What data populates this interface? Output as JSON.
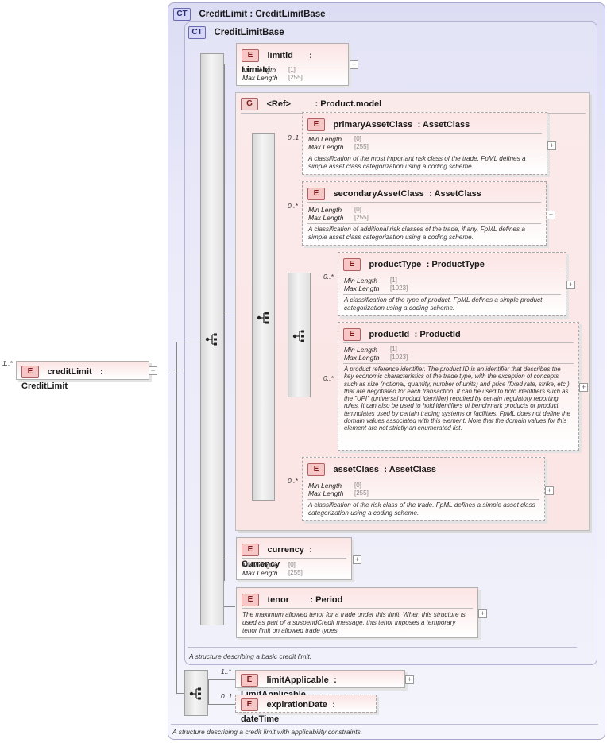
{
  "outer_type": {
    "badge": "CT",
    "title": "CreditLimit : CreditLimitBase",
    "doc": "A structure describing a credit limit with applicability constraints."
  },
  "inner_type": {
    "badge": "CT",
    "title": "CreditLimitBase",
    "doc": "A structure describing a basic credit limit."
  },
  "root": {
    "badge": "E",
    "name": "creditLimit",
    "type": ": CreditLimit",
    "card": "1..*"
  },
  "facet_labels": {
    "min": "Min Length",
    "max": "Max Length"
  },
  "limitId": {
    "badge": "E",
    "name": "limitId",
    "type": ": LimitId",
    "min": "[1]",
    "max": "[255]"
  },
  "group": {
    "badge": "G",
    "name": "<Ref>",
    "type": ": Product.model"
  },
  "primaryAssetClass": {
    "badge": "E",
    "name": "primaryAssetClass",
    "type": ": AssetClass",
    "card": "0..1",
    "min": "[0]",
    "max": "[255]",
    "doc": "A classification of the most important risk class of the trade. FpML defines a simple asset class categorization using a coding scheme."
  },
  "secondaryAssetClass": {
    "badge": "E",
    "name": "secondaryAssetClass",
    "type": ": AssetClass",
    "card": "0..*",
    "min": "[0]",
    "max": "[255]",
    "doc": "A classification of additional risk classes of the trade, if any. FpML defines a simple asset class categorization using a coding scheme."
  },
  "choice_card": "0..*",
  "productType": {
    "badge": "E",
    "name": "productType",
    "type": ": ProductType",
    "min": "[1]",
    "max": "[1023]",
    "doc": "A classification of the type of product. FpML defines a simple product categorization using a coding scheme."
  },
  "productId": {
    "badge": "E",
    "name": "productId",
    "type": ": ProductId",
    "card": "0..*",
    "min": "[1]",
    "max": "[1023]",
    "doc": "A product reference identifier. The product ID is an identifier that describes the key economic characteristics of the trade type, with the exception of concepts such as size (notional, quantity, number of units) and price (fixed rate, strike, etc.) that are negotiated for each transaction. It can be used to hold identifiers such as the \"UPI\" (universal product identifier) required by certain regulatory reporting rules. It can also be used to hold identifiers of benchmark products or product temnplates used by certain trading systems or facilities. FpML does not define the domain values associated with this element. Note that the domain values for this element are not strictly an enumerated list."
  },
  "assetClass": {
    "badge": "E",
    "name": "assetClass",
    "type": ": AssetClass",
    "card": "0..*",
    "min": "[0]",
    "max": "[255]",
    "doc": "A classification of the risk class of the trade. FpML defines a simple asset class categorization using a coding scheme."
  },
  "currency": {
    "badge": "E",
    "name": "currency",
    "type": ": Currency",
    "min": "[0]",
    "max": "[255]"
  },
  "tenor": {
    "badge": "E",
    "name": "tenor",
    "type": ": Period",
    "doc": "The maximum allowed tenor for a trade under this limit. When this structure is used as part of a suspendCredit message, this tenor imposes a temporary tenor limit on allowed trade types."
  },
  "limitApplicable": {
    "badge": "E",
    "name": "limitApplicable",
    "type": ": LimitApplicable",
    "card": "1..*"
  },
  "expirationDate": {
    "badge": "E",
    "name": "expirationDate",
    "type": ": dateTime",
    "card": "0..1"
  },
  "plus_symbol": "+",
  "minus_symbol": "−"
}
